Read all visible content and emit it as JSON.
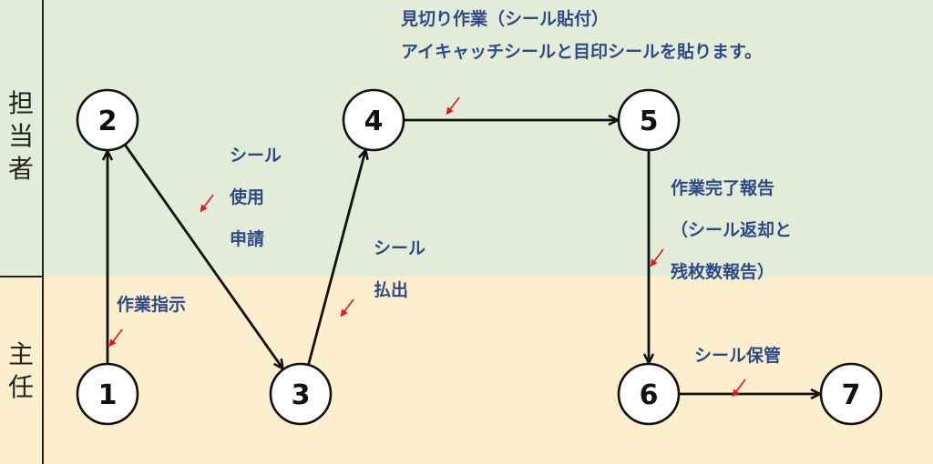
{
  "lanes": {
    "top": "担当者",
    "bottom": "主任"
  },
  "nodes": [
    {
      "id": "1",
      "label": "1"
    },
    {
      "id": "2",
      "label": "2"
    },
    {
      "id": "3",
      "label": "3"
    },
    {
      "id": "4",
      "label": "4"
    },
    {
      "id": "5",
      "label": "5"
    },
    {
      "id": "6",
      "label": "6"
    },
    {
      "id": "7",
      "label": "7"
    }
  ],
  "edges": [
    {
      "from": "1",
      "to": "2",
      "label": "作業指示"
    },
    {
      "from": "2",
      "to": "3",
      "label_lines": [
        "シール",
        "使用",
        "申請"
      ]
    },
    {
      "from": "3",
      "to": "4",
      "label_lines": [
        "シール",
        "払出"
      ]
    },
    {
      "from": "4",
      "to": "5",
      "label_lines": [
        "見切り作業（シール貼付）",
        "アイキャッチシールと目印シールを貼ります。"
      ]
    },
    {
      "from": "5",
      "to": "6",
      "label_lines": [
        "作業完了報告",
        "（シール返却と",
        "残枚数報告）"
      ]
    },
    {
      "from": "6",
      "to": "7",
      "label": "シール保管"
    }
  ],
  "colors": {
    "top_lane": "#e2ecd8",
    "bottom_lane": "#fdefcd",
    "label_text": "#2e4a86",
    "pointer": "#e8141c"
  }
}
